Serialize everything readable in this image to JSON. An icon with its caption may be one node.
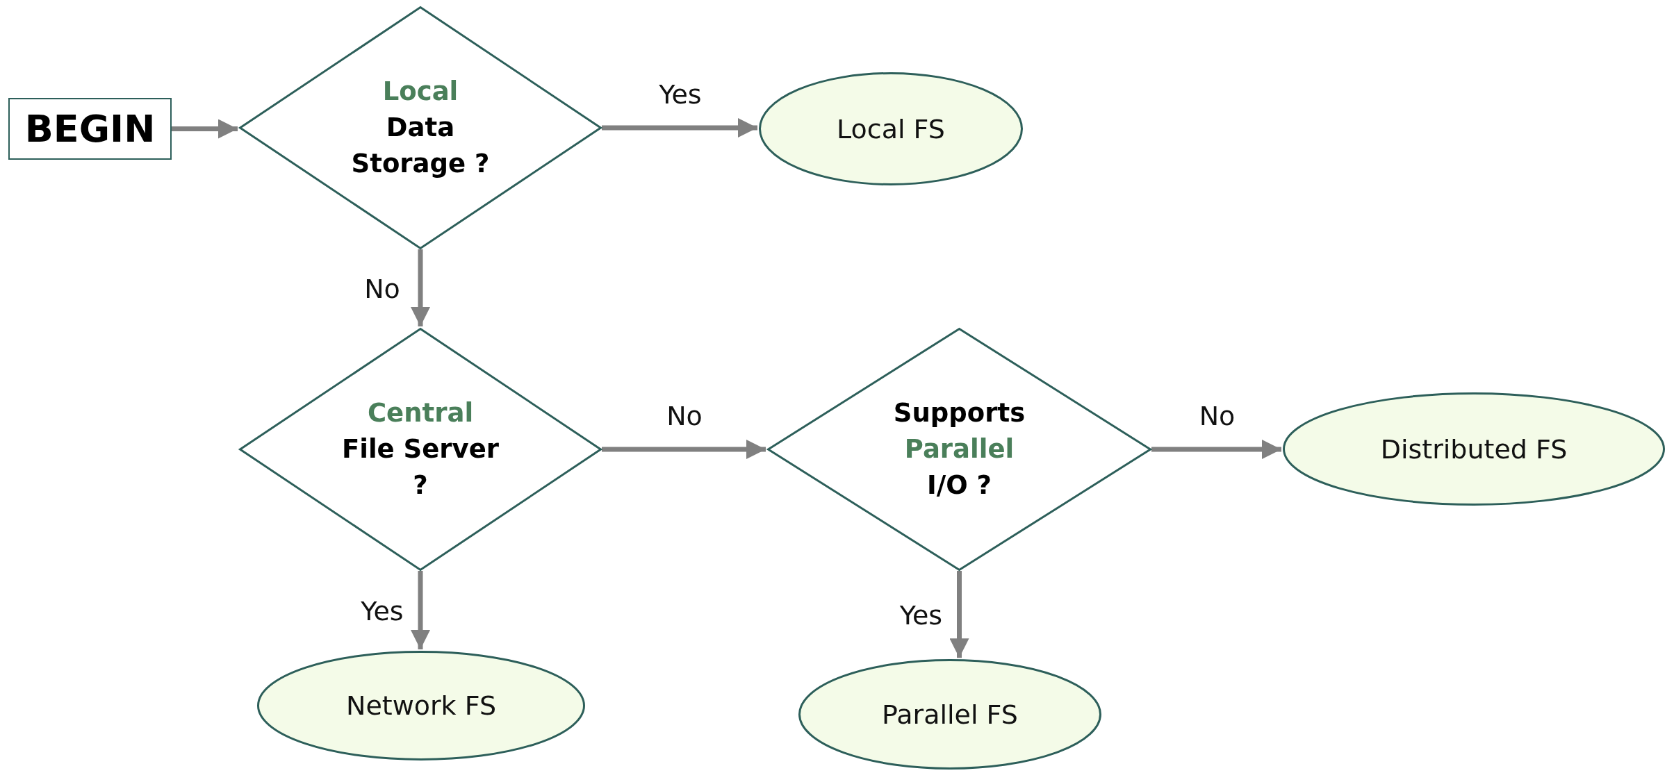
{
  "diagram": {
    "nodes": [
      {
        "text": [
          "BEGIN"
        ]
      },
      {
        "text": [
          "Local",
          "Data Storage ?"
        ]
      },
      {
        "text": [
          "Local FS"
        ]
      },
      {
        "text": [
          "Central",
          "File Server ?"
        ]
      },
      {
        "text": [
          "Supports",
          "Parallel",
          "I/O ?"
        ]
      },
      {
        "text": [
          "Distributed FS"
        ]
      },
      {
        "text": [
          "Network FS"
        ]
      },
      {
        "text": [
          "Parallel FS"
        ]
      }
    ],
    "edges": [
      {
        "from": 0,
        "to": 1,
        "arrow": "to"
      },
      {
        "from": 1,
        "to": 2,
        "arrow": "to",
        "label": "Yes"
      },
      {
        "from": 1,
        "to": 3,
        "arrow": "to",
        "label": "No"
      },
      {
        "from": 3,
        "to": 4,
        "arrow": "to",
        "label": "No"
      },
      {
        "from": 4,
        "to": 5,
        "arrow": "to",
        "label": "No"
      },
      {
        "from": 3,
        "to": 6,
        "arrow": "to",
        "label": "Yes"
      },
      {
        "from": 4,
        "to": 7,
        "arrow": "to",
        "label": "Yes"
      }
    ]
  }
}
